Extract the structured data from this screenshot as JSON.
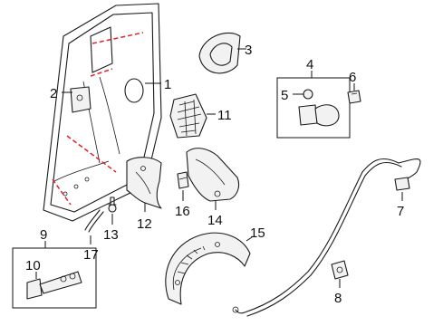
{
  "diagram": {
    "callouts": [
      {
        "id": "c1",
        "text": "1"
      },
      {
        "id": "c2",
        "text": "2"
      },
      {
        "id": "c3",
        "text": "3"
      },
      {
        "id": "c4",
        "text": "4"
      },
      {
        "id": "c5",
        "text": "5"
      },
      {
        "id": "c6",
        "text": "6"
      },
      {
        "id": "c7",
        "text": "7"
      },
      {
        "id": "c8",
        "text": "8"
      },
      {
        "id": "c9",
        "text": "9"
      },
      {
        "id": "c10",
        "text": "10"
      },
      {
        "id": "c11",
        "text": "11"
      },
      {
        "id": "c12",
        "text": "12"
      },
      {
        "id": "c13",
        "text": "13"
      },
      {
        "id": "c14",
        "text": "14"
      },
      {
        "id": "c15",
        "text": "15"
      },
      {
        "id": "c16",
        "text": "16"
      },
      {
        "id": "c17",
        "text": "17"
      }
    ],
    "colors": {
      "line": "#1a1a1a",
      "cut_line": "#e0202a",
      "background": "#ffffff"
    }
  }
}
